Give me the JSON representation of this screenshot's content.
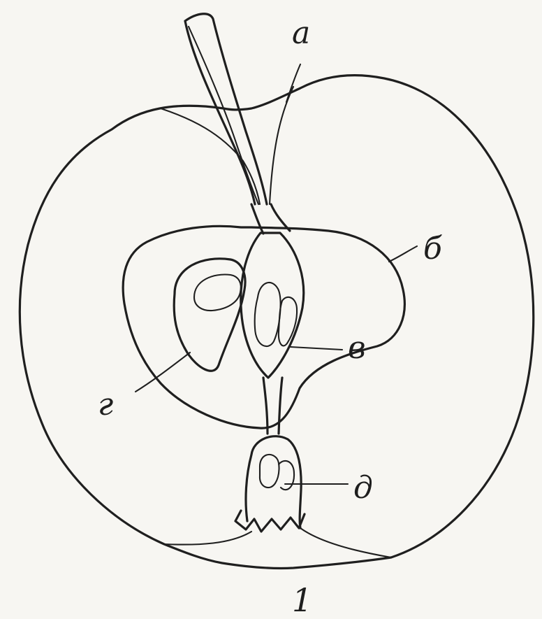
{
  "labels": {
    "a": "а",
    "b": "б",
    "v": "в",
    "g": "г",
    "d": "д"
  },
  "figure_number": "1"
}
